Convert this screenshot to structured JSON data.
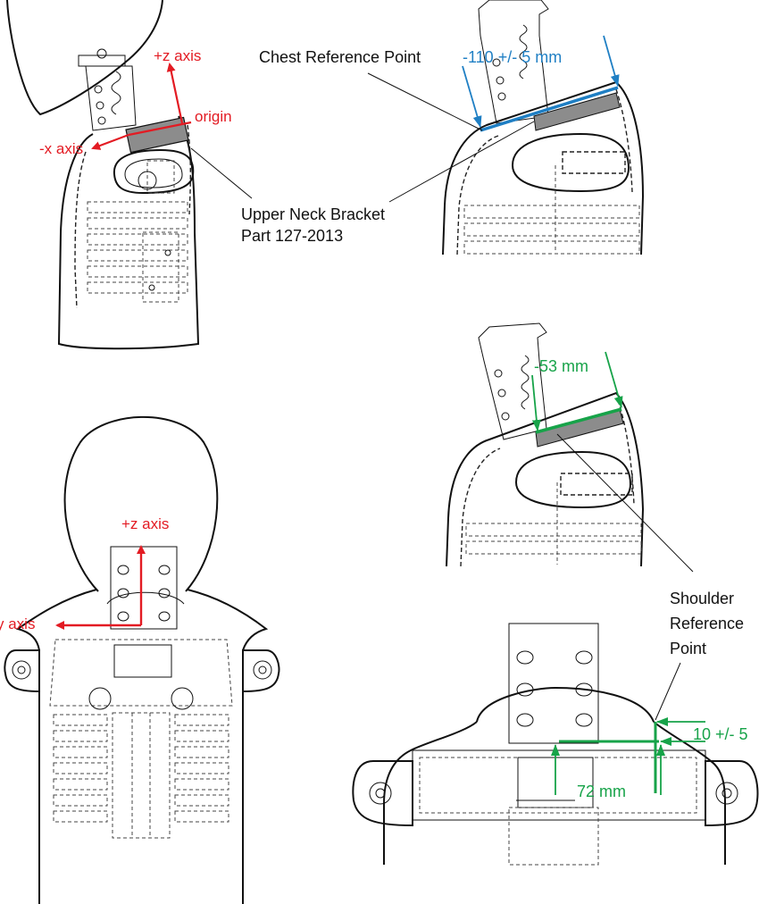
{
  "colors": {
    "red": "#e31b23",
    "blue": "#1f7fc4",
    "green": "#17a349",
    "bracket_gray": "#8c8c8c",
    "line": "#111111"
  },
  "side_view_top_left": {
    "z_axis_label": "+z axis",
    "origin_label": "origin",
    "x_axis_label": "-x axis"
  },
  "callouts": {
    "upper_neck_bracket_line1": "Upper Neck Bracket",
    "upper_neck_bracket_line2": "Part 127-2013",
    "chest_reference_point": "Chest Reference Point",
    "shoulder_reference_line1": "Shoulder",
    "shoulder_reference_line2": "Reference",
    "shoulder_reference_line3": "Point"
  },
  "dimensions": {
    "chest_x": "-110  +/-  5 mm",
    "shoulder_x": "-53 mm",
    "shoulder_y": "72 mm",
    "shoulder_z": "10 +/- 5"
  },
  "front_view_bottom_left": {
    "z_axis_label": "+z axis",
    "y_axis_label": "y axis"
  }
}
